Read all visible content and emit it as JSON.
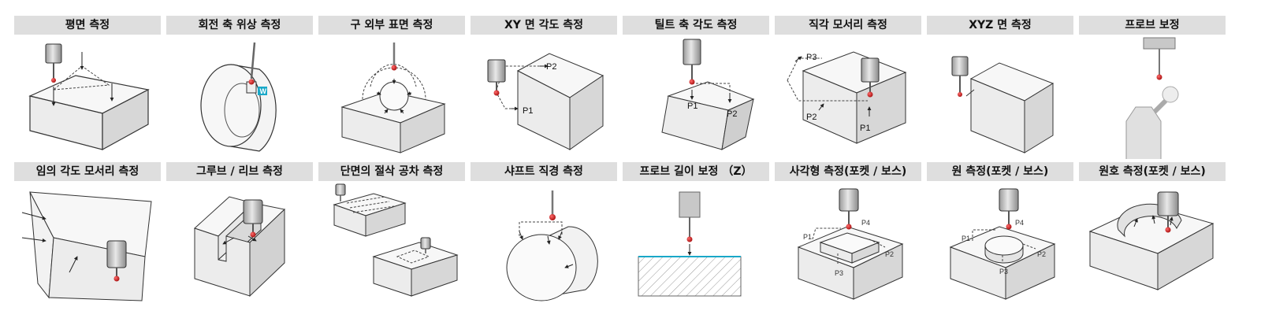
{
  "colors": {
    "header_bg": "#dedede",
    "probe_tip": "#cc2222",
    "probe_body": "#c8c8c8",
    "highlight": "#19a8c8"
  },
  "row1": [
    {
      "title": "평면 측정"
    },
    {
      "title": "회전 축 위상 측정",
      "marker": "W"
    },
    {
      "title": "구 외부 표면 측정"
    },
    {
      "title": "XY 면 각도 측정",
      "p_labels": [
        "P2",
        "P1"
      ]
    },
    {
      "title": "틸트 축 각도 측정",
      "p_labels": [
        "P1",
        "P2"
      ]
    },
    {
      "title": "직각 모서리 측정",
      "p_labels": [
        "P3",
        "P2",
        "P1"
      ]
    },
    {
      "title": "XYZ 면 측정"
    },
    {
      "title": "프로브 보정"
    }
  ],
  "row2": [
    {
      "title": "임의 각도 모서리 측정"
    },
    {
      "title": "그루브 / 리브 측정"
    },
    {
      "title": "단면의 절삭 공차 측정"
    },
    {
      "title": "샤프트 직경 측정"
    },
    {
      "title": "프로브 길이 보정 （Z）"
    },
    {
      "title": "사각형 측정(포켓 / 보스)",
      "p_labels": [
        "P4",
        "P1",
        "P2",
        "P3"
      ]
    },
    {
      "title": "원 측정(포켓 / 보스)",
      "p_labels": [
        "P4",
        "P1",
        "P2",
        "P3"
      ]
    },
    {
      "title": "원호 측정(포켓 / 보스)"
    }
  ]
}
